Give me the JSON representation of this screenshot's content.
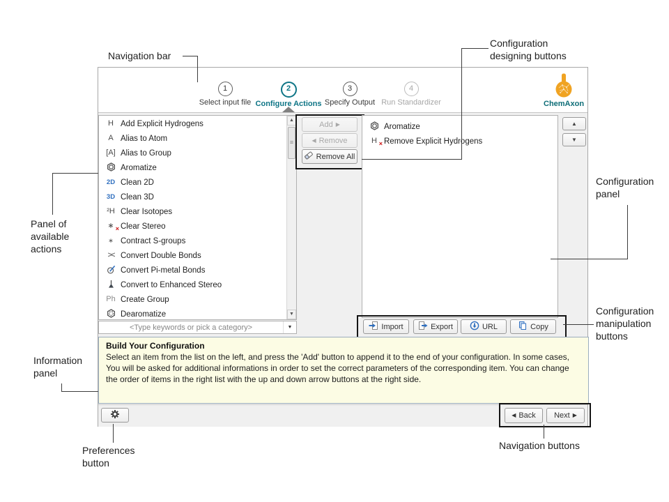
{
  "annotations": {
    "navigation_bar": "Navigation bar",
    "config_designing": "Configuration designing  buttons",
    "panel_available": "Panel of available actions",
    "config_panel": "Configuration panel",
    "config_manipulation": "Configuration manipulation buttons",
    "information_panel": "Information panel",
    "preferences_button": "Preferences button",
    "navigation_buttons": "Navigation buttons"
  },
  "wizard": {
    "steps": [
      {
        "number": "1",
        "label": "Select input file"
      },
      {
        "number": "2",
        "label": "Configure Actions"
      },
      {
        "number": "3",
        "label": "Specify Output"
      },
      {
        "number": "4",
        "label": "Run Standardizer"
      }
    ],
    "logo_text": "ChemAxon"
  },
  "left_panel": {
    "items": [
      {
        "icon": "H",
        "label": "Add Explicit Hydrogens"
      },
      {
        "icon": "A",
        "label": "Alias to Atom"
      },
      {
        "icon": "[A]",
        "label": "Alias to Group"
      },
      {
        "icon": "hexagon-benzene",
        "label": "Aromatize"
      },
      {
        "icon": "2D",
        "label": "Clean 2D"
      },
      {
        "icon": "3D",
        "label": "Clean 3D"
      },
      {
        "icon": "²H",
        "label": "Clear Isotopes"
      },
      {
        "icon": "∗",
        "sub": "×",
        "label": "Clear Stereo"
      },
      {
        "icon": "∗",
        "label": "Contract S-groups"
      },
      {
        "icon": "><",
        "label": "Convert Double Bonds"
      },
      {
        "icon": "circle-pencil",
        "label": "Convert Pi-metal Bonds"
      },
      {
        "icon": "wedge-bond",
        "label": "Convert to Enhanced Stereo"
      },
      {
        "icon": "Ph",
        "label": "Create Group"
      },
      {
        "icon": "hexagon-dashed",
        "label": "Dearomatize"
      }
    ],
    "filter_placeholder": "<Type keywords or pick a category>"
  },
  "middle_buttons": {
    "add": "Add",
    "remove": "Remove",
    "remove_all": "Remove All"
  },
  "config_panel": {
    "items": [
      {
        "icon": "hexagon-benzene",
        "label": "Aromatize"
      },
      {
        "icon": "H",
        "sub": "×",
        "label": "Remove Explicit Hydrogens"
      }
    ]
  },
  "manipulation_buttons": {
    "import": "Import",
    "export": "Export",
    "url": "URL",
    "copy": "Copy"
  },
  "info_panel": {
    "title": "Build Your Configuration",
    "body": "Select an item from the list on the left, and press the 'Add' button to append it to the end of your configuration. In some cases, You will be asked for additional informations in order to set the correct parameters of the corresponding item. You can change the order of items in the right list with the up and down arrow buttons at the right side."
  },
  "bottom_bar": {
    "back": "Back",
    "next": "Next"
  },
  "colors": {
    "accent_teal": "#0e7586",
    "logo_orange": "#f0a322",
    "logo_text_teal": "#0d6d77",
    "info_panel_bg": "#fcfce4",
    "icon_blue": "#2f6fbf",
    "icon_red": "#cc1111"
  }
}
